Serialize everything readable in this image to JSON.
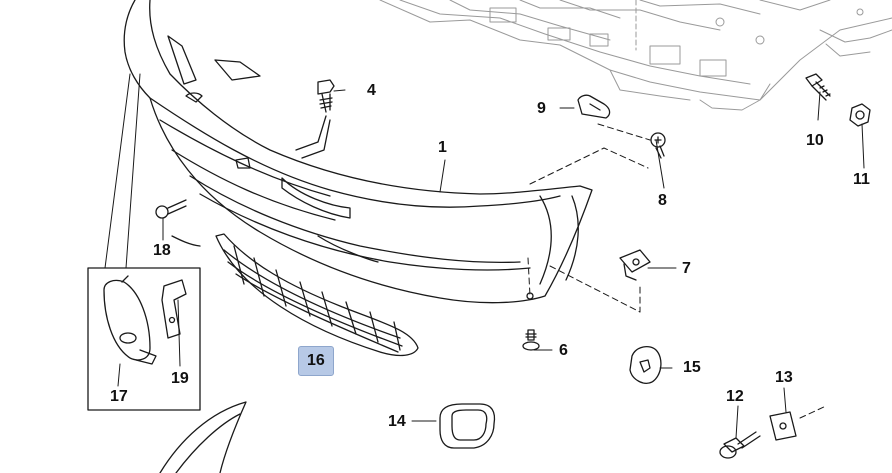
{
  "callouts": {
    "c1": "1",
    "c4": "4",
    "c6": "6",
    "c7": "7",
    "c8": "8",
    "c9": "9",
    "c10": "10",
    "c11": "11",
    "c12": "12",
    "c13": "13",
    "c14": "14",
    "c15": "15",
    "c16": "16",
    "c17": "17",
    "c18": "18",
    "c19": "19"
  },
  "selected_callout": "16",
  "colors": {
    "line": "#1a1a1a",
    "faint_line": "#9a9a9a",
    "highlight": "#b7c9e6"
  }
}
